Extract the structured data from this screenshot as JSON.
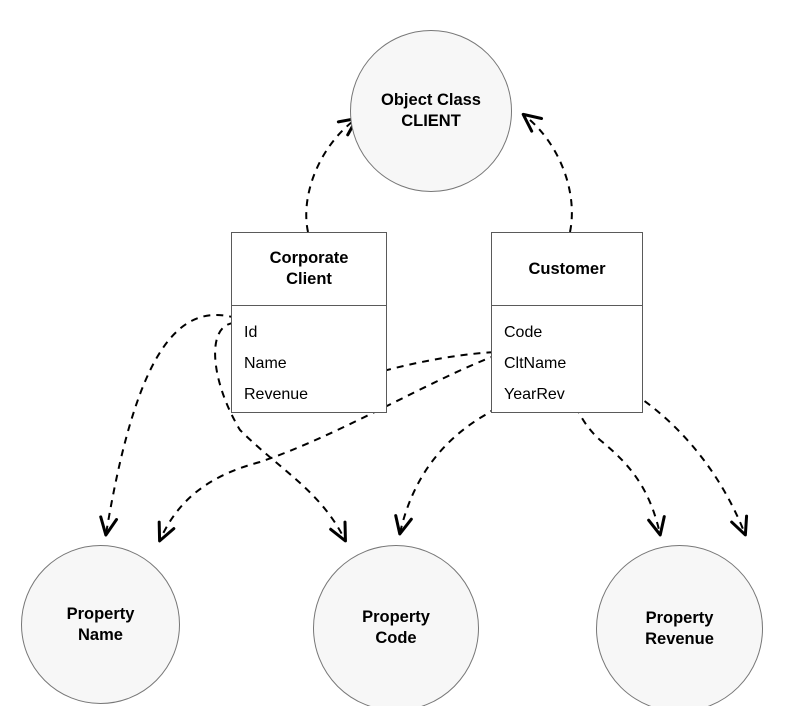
{
  "diagram": {
    "title": "Object Class / Property mapping diagram",
    "background_color": "#ffffff",
    "edge_color": "#000000",
    "node_fill": "#f7f7f7",
    "node_stroke": "#777777",
    "box_stroke": "#5a5a5a"
  },
  "object_class": {
    "label": "Object Class\nCLIENT",
    "line1": "Object Class",
    "line2": "CLIENT"
  },
  "classes": [
    {
      "id": "corporate-client",
      "name": "Corporate\nClient",
      "attributes": [
        "Id",
        "Name",
        "Revenue"
      ]
    },
    {
      "id": "customer",
      "name": "Customer",
      "attributes": [
        "Code",
        "CltName",
        "YearRev"
      ]
    }
  ],
  "properties": [
    {
      "id": "property-name",
      "label": "Property\nName"
    },
    {
      "id": "property-code",
      "label": "Property\nCode"
    },
    {
      "id": "property-revenue",
      "label": "Property\nRevenue"
    }
  ],
  "edges": [
    {
      "from": "corporate-client",
      "to": "object-class-client",
      "style": "dashed",
      "arrow": "open"
    },
    {
      "from": "customer",
      "to": "object-class-client",
      "style": "dashed",
      "arrow": "open"
    },
    {
      "from": "corporate-client.Name",
      "to": "property-name",
      "style": "dashed",
      "arrow": "open"
    },
    {
      "from": "corporate-client.Id",
      "to": "property-code",
      "style": "dashed",
      "arrow": "open"
    },
    {
      "from": "corporate-client.Revenue",
      "to": "property-revenue",
      "style": "dashed",
      "arrow": "open"
    },
    {
      "from": "customer.CltName",
      "to": "property-name",
      "style": "dashed",
      "arrow": "open"
    },
    {
      "from": "customer.Code",
      "to": "property-code",
      "style": "dashed",
      "arrow": "open"
    },
    {
      "from": "customer.YearRev",
      "to": "property-revenue",
      "style": "dashed",
      "arrow": "open"
    }
  ]
}
